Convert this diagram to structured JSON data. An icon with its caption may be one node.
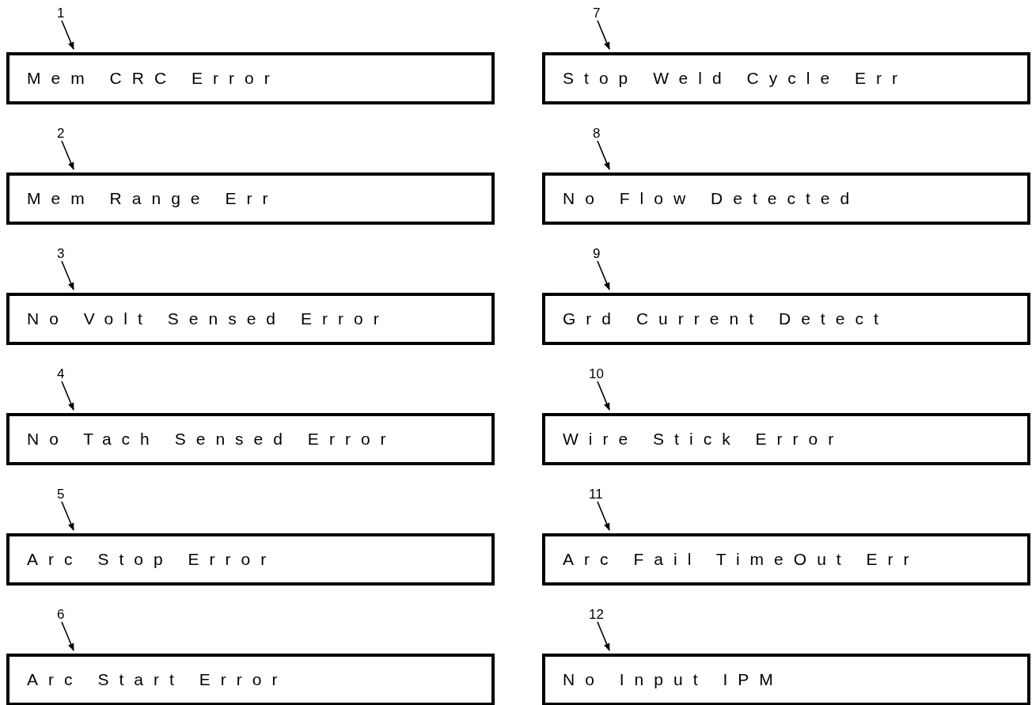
{
  "diagram": {
    "nodes": [
      {
        "text": [
          "1"
        ]
      },
      {
        "text": [
          "Mem CRC Error"
        ]
      },
      {
        "text": [
          "2"
        ]
      },
      {
        "text": [
          "Mem Range Err"
        ]
      },
      {
        "text": [
          "3"
        ]
      },
      {
        "text": [
          "No Volt Sensed Error"
        ]
      },
      {
        "text": [
          "4"
        ]
      },
      {
        "text": [
          "No Tach Sensed Error"
        ]
      },
      {
        "text": [
          "5"
        ]
      },
      {
        "text": [
          "Arc Stop Error"
        ]
      },
      {
        "text": [
          "6"
        ]
      },
      {
        "text": [
          "Arc Start Error"
        ]
      },
      {
        "text": [
          "7"
        ]
      },
      {
        "text": [
          "Stop Weld Cycle Err"
        ]
      },
      {
        "text": [
          "8"
        ]
      },
      {
        "text": [
          "No Flow Detected"
        ]
      },
      {
        "text": [
          "9"
        ]
      },
      {
        "text": [
          "Grd Current Detect"
        ]
      },
      {
        "text": [
          "10"
        ]
      },
      {
        "text": [
          "Wire Stick Error"
        ]
      },
      {
        "text": [
          "11"
        ]
      },
      {
        "text": [
          "Arc Fail TimeOut Err"
        ]
      },
      {
        "text": [
          "12"
        ]
      },
      {
        "text": [
          "No Input IPM"
        ]
      }
    ],
    "edges": [
      {
        "from": 0,
        "to": 1,
        "arrow": "to"
      },
      {
        "from": 2,
        "to": 3,
        "arrow": "to"
      },
      {
        "from": 4,
        "to": 5,
        "arrow": "to"
      },
      {
        "from": 6,
        "to": 7,
        "arrow": "to"
      },
      {
        "from": 8,
        "to": 9,
        "arrow": "to"
      },
      {
        "from": 10,
        "to": 11,
        "arrow": "to"
      },
      {
        "from": 12,
        "to": 13,
        "arrow": "to"
      },
      {
        "from": 14,
        "to": 15,
        "arrow": "to"
      },
      {
        "from": 16,
        "to": 17,
        "arrow": "to"
      },
      {
        "from": 18,
        "to": 19,
        "arrow": "to"
      },
      {
        "from": 20,
        "to": 21,
        "arrow": "to"
      },
      {
        "from": 22,
        "to": 23,
        "arrow": "to"
      }
    ]
  }
}
